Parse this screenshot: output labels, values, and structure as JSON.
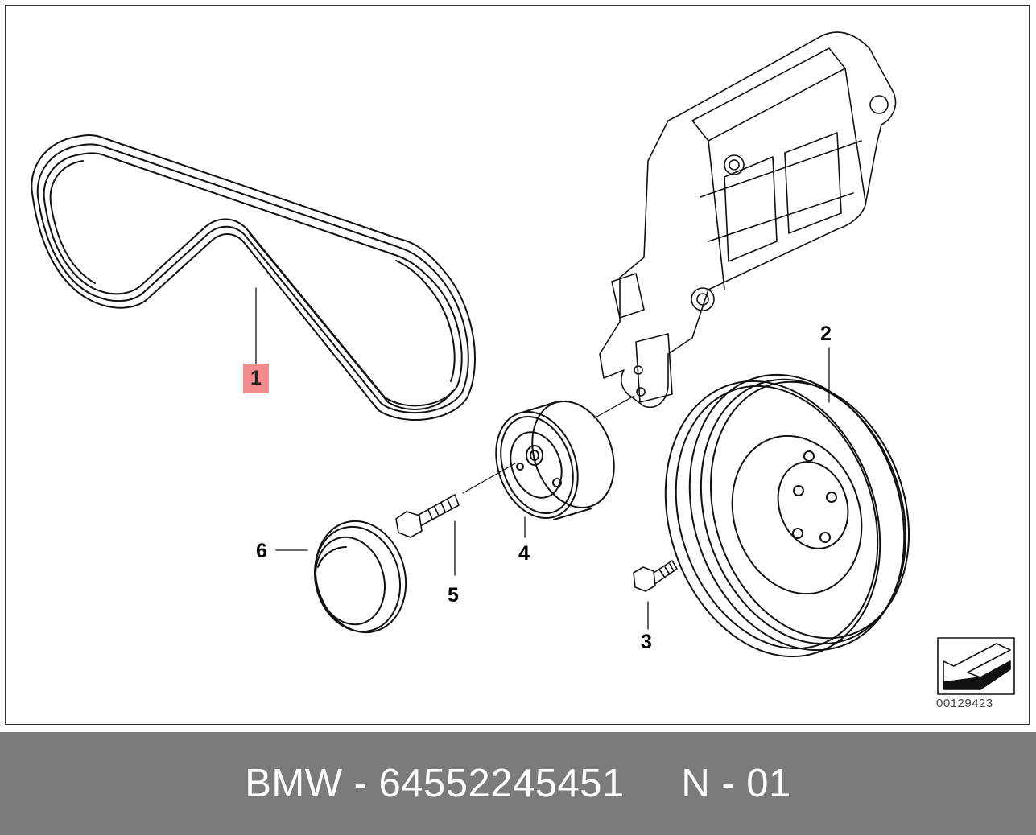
{
  "diagram": {
    "callouts": [
      {
        "id": "1",
        "label": "1",
        "highlighted": true
      },
      {
        "id": "2",
        "label": "2",
        "highlighted": false
      },
      {
        "id": "3",
        "label": "3",
        "highlighted": false
      },
      {
        "id": "4",
        "label": "4",
        "highlighted": false
      },
      {
        "id": "5",
        "label": "5",
        "highlighted": false
      },
      {
        "id": "6",
        "label": "6",
        "highlighted": false
      }
    ],
    "catalog_number": "00129423",
    "highlight_color": "#f28b8b",
    "icons": [
      "direction-arrow-icon"
    ]
  },
  "footer": {
    "text": "BMW - 64552245451     N - 01",
    "background_color": "#7b7b7b",
    "text_color": "#ffffff"
  }
}
